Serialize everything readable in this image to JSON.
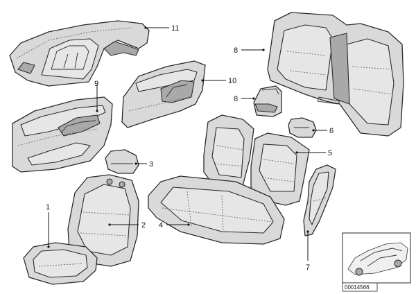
{
  "callouts": {
    "c1": "1",
    "c2": "2",
    "c3": "3",
    "c4": "4",
    "c5": "5",
    "c6": "6",
    "c7": "7",
    "c8": "8",
    "c9": "9",
    "c10": "10",
    "c11": "11"
  },
  "inset": {
    "code": "00014566"
  }
}
